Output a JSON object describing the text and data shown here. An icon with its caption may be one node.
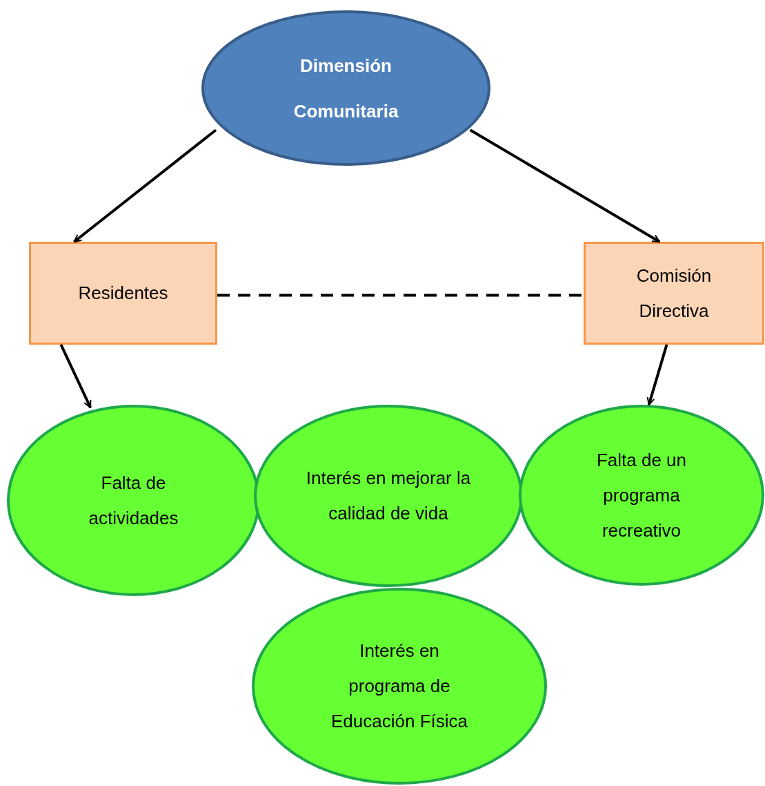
{
  "diagram": {
    "nodes": [
      {
        "text": [
          "Dimensión Comunitaria"
        ]
      },
      {
        "text": [
          "Residentes"
        ]
      },
      {
        "text": [
          "Comisión Directiva"
        ]
      },
      {
        "text": [
          "Falta de actividades"
        ]
      },
      {
        "text": [
          "Interés en mejorar la calidad de vida"
        ]
      },
      {
        "text": [
          "Falta de un programa recreativo"
        ]
      },
      {
        "text": [
          "Interés en programa de Educación Física"
        ]
      }
    ],
    "edges": [
      {
        "from": 0,
        "to": 1,
        "arrow": "to"
      },
      {
        "from": 0,
        "to": 2,
        "arrow": "to"
      },
      {
        "from": 1,
        "to": 2,
        "arrow": "none",
        "style": "dashed"
      },
      {
        "from": 1,
        "to": 3,
        "arrow": "to"
      },
      {
        "from": 2,
        "to": 5,
        "arrow": "to"
      }
    ]
  }
}
